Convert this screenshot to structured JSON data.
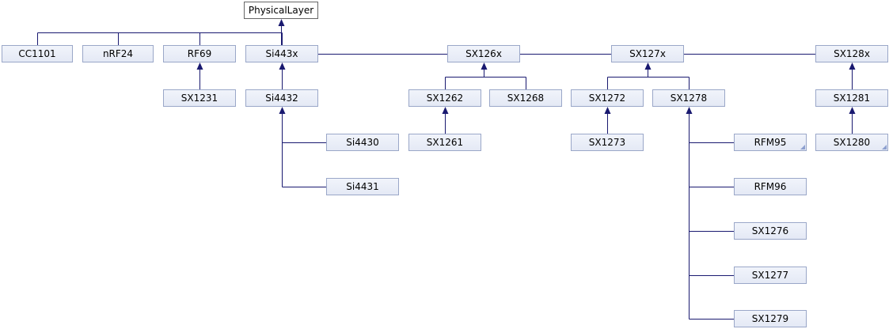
{
  "diagram": {
    "root": "PhysicalLayer",
    "nodes": {
      "cc1101": "CC1101",
      "nrf24": "nRF24",
      "rf69": "RF69",
      "si443x": "Si443x",
      "sx126x": "SX126x",
      "sx127x": "SX127x",
      "sx128x": "SX128x",
      "sx1231": "SX1231",
      "si4432": "Si4432",
      "si4430": "Si4430",
      "si4431": "Si4431",
      "sx1262": "SX1262",
      "sx1268": "SX1268",
      "sx1261": "SX1261",
      "sx1272": "SX1272",
      "sx1278": "SX1278",
      "sx1273": "SX1273",
      "rfm95": "RFM95",
      "rfm96": "RFM96",
      "sx1276": "SX1276",
      "sx1277": "SX1277",
      "sx1279": "SX1279",
      "sx1281": "SX1281",
      "sx1280": "SX1280"
    },
    "edges": [
      [
        "cc1101",
        "root"
      ],
      [
        "nrf24",
        "root"
      ],
      [
        "rf69",
        "root"
      ],
      [
        "si443x",
        "root"
      ],
      [
        "sx126x",
        "root"
      ],
      [
        "sx127x",
        "root"
      ],
      [
        "sx128x",
        "root"
      ],
      [
        "sx1231",
        "rf69"
      ],
      [
        "si4432",
        "si443x"
      ],
      [
        "si4430",
        "si4432"
      ],
      [
        "si4431",
        "si4432"
      ],
      [
        "sx1262",
        "sx126x"
      ],
      [
        "sx1268",
        "sx126x"
      ],
      [
        "sx1261",
        "sx1262"
      ],
      [
        "sx1272",
        "sx127x"
      ],
      [
        "sx1278",
        "sx127x"
      ],
      [
        "sx1273",
        "sx1272"
      ],
      [
        "rfm95",
        "sx1278"
      ],
      [
        "rfm96",
        "sx1278"
      ],
      [
        "sx1276",
        "sx1278"
      ],
      [
        "sx1277",
        "sx1278"
      ],
      [
        "sx1279",
        "sx1278"
      ],
      [
        "sx1281",
        "sx128x"
      ],
      [
        "sx1280",
        "sx1281"
      ]
    ],
    "colors": {
      "edge": "#191970",
      "node_border": "#9aa7c8",
      "root_border": "#666666"
    }
  }
}
